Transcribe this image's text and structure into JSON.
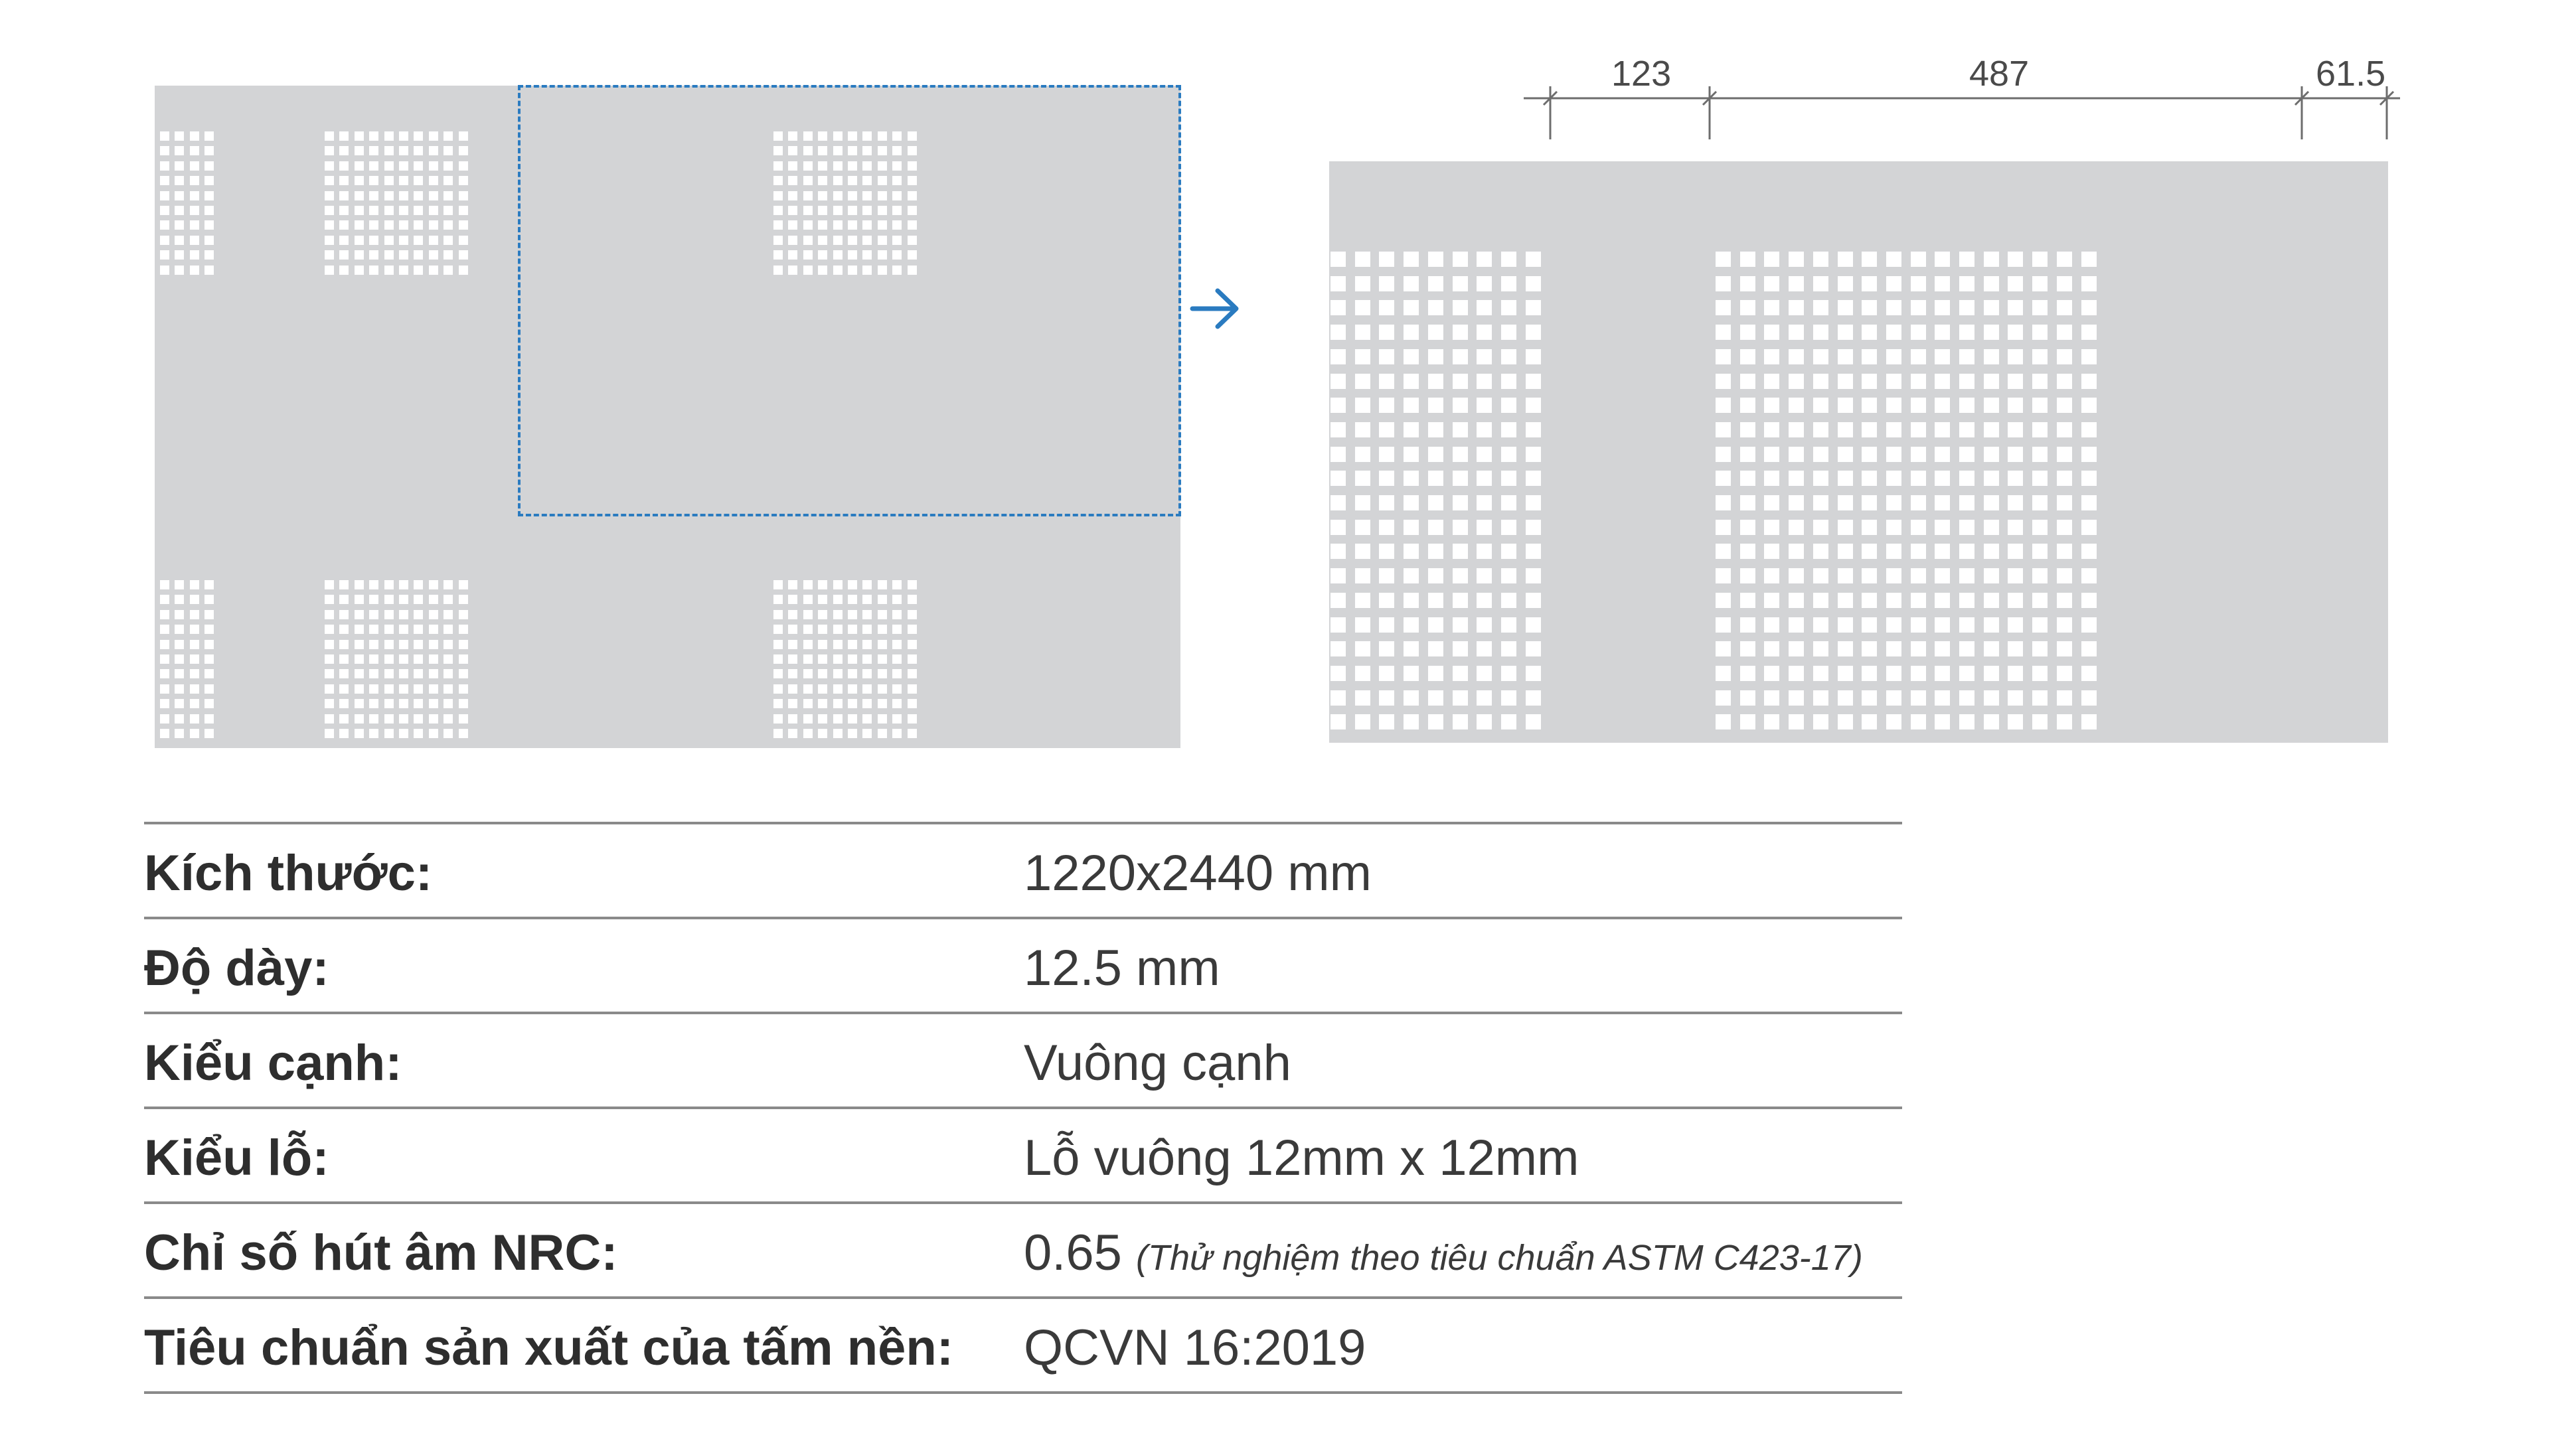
{
  "dimensions": {
    "left_segment": "123",
    "middle_segment": "487",
    "right_segment": "61.5"
  },
  "icons": {
    "zoom_arrow": "arrow-right-icon"
  },
  "colors": {
    "board": "#d3d4d6",
    "holes": "#ffffff",
    "crop_frame": "#2a7bc0",
    "text": "#333333"
  },
  "specs": [
    {
      "label": "Kích thước:",
      "value": "1220x2440 mm",
      "note": ""
    },
    {
      "label": "Độ dày:",
      "value": "12.5 mm",
      "note": ""
    },
    {
      "label": "Kiểu cạnh:",
      "value": "Vuông cạnh",
      "note": ""
    },
    {
      "label": "Kiểu lỗ:",
      "value": "Lỗ vuông 12mm x 12mm",
      "note": ""
    },
    {
      "label": "Chỉ số hút âm NRC:",
      "value": "0.65",
      "note": "(Thử nghiệm theo tiêu chuẩn ASTM C423-17)"
    },
    {
      "label": "Tiêu chuẩn sản xuất của tấm nền:",
      "value": "QCVN 16:2019",
      "note": ""
    }
  ]
}
